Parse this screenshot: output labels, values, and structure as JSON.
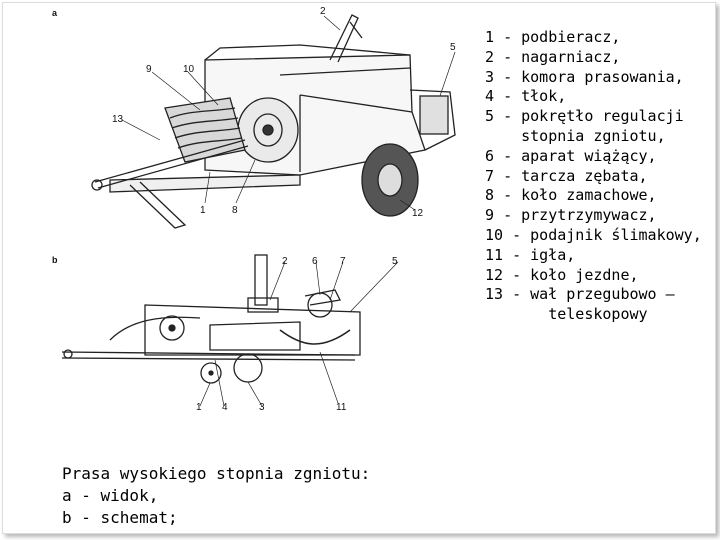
{
  "figure": {
    "sub_a": "a",
    "sub_b": "b",
    "callouts_a": [
      "1",
      "2",
      "5",
      "8",
      "9",
      "10",
      "12",
      "13"
    ],
    "callouts_b": [
      "1",
      "2",
      "3",
      "4",
      "5",
      "6",
      "7",
      "11"
    ]
  },
  "legend": [
    {
      "num": "1",
      "text": "- podbieracz,"
    },
    {
      "num": "2",
      "text": "- nagarniacz,"
    },
    {
      "num": "3",
      "text": "- komora prasowania,"
    },
    {
      "num": "4",
      "text": "- tłok,"
    },
    {
      "num": "5",
      "text": "- pokrętło regulacji"
    },
    {
      "num": "",
      "text": "   stopnia zgniotu,"
    },
    {
      "num": "6",
      "text": "- aparat wiążący,"
    },
    {
      "num": "7",
      "text": "- tarcza zębata,"
    },
    {
      "num": "8",
      "text": "- koło zamachowe,"
    },
    {
      "num": "9",
      "text": "- przytrzymywacz,"
    },
    {
      "num": "10",
      "text": "- podajnik ślimakowy,"
    },
    {
      "num": "11",
      "text": "- igła,"
    },
    {
      "num": "12",
      "text": "- koło jezdne,"
    },
    {
      "num": "13",
      "text": "- wał przegubowo –"
    },
    {
      "num": "",
      "text": "      teleskopowy"
    }
  ],
  "caption": {
    "line1": "Prasa wysokiego stopnia zgniotu:",
    "line2": "a - widok,",
    "line3": "b - schemat;"
  }
}
